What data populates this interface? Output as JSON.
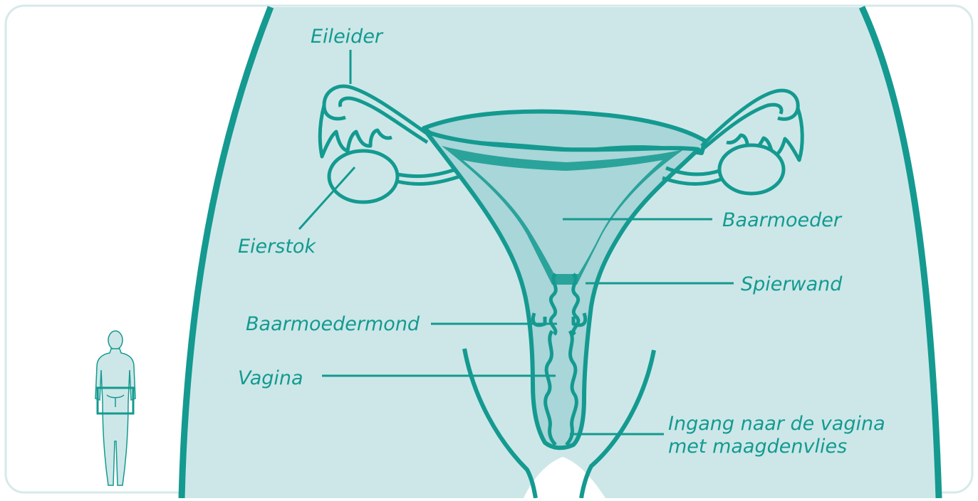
{
  "colors": {
    "stroke": "#149a90",
    "fill_body": "#cde7e8",
    "fill_organ": "#a9d6d8",
    "label": "#139a91",
    "border": "#d7e9ea",
    "background": "#ffffff"
  },
  "labels": {
    "eileider": "Eileider",
    "eierstok": "Eierstok",
    "baarmoeder": "Baarmoeder",
    "spierwand": "Spierwand",
    "baarmoedermond": "Baarmoedermond",
    "vagina": "Vagina",
    "ingang_line1": "Ingang naar de vagina",
    "ingang_line2": "met maagdenvlies"
  },
  "icons": {
    "body_thumbnail": "human-figure-icon"
  }
}
